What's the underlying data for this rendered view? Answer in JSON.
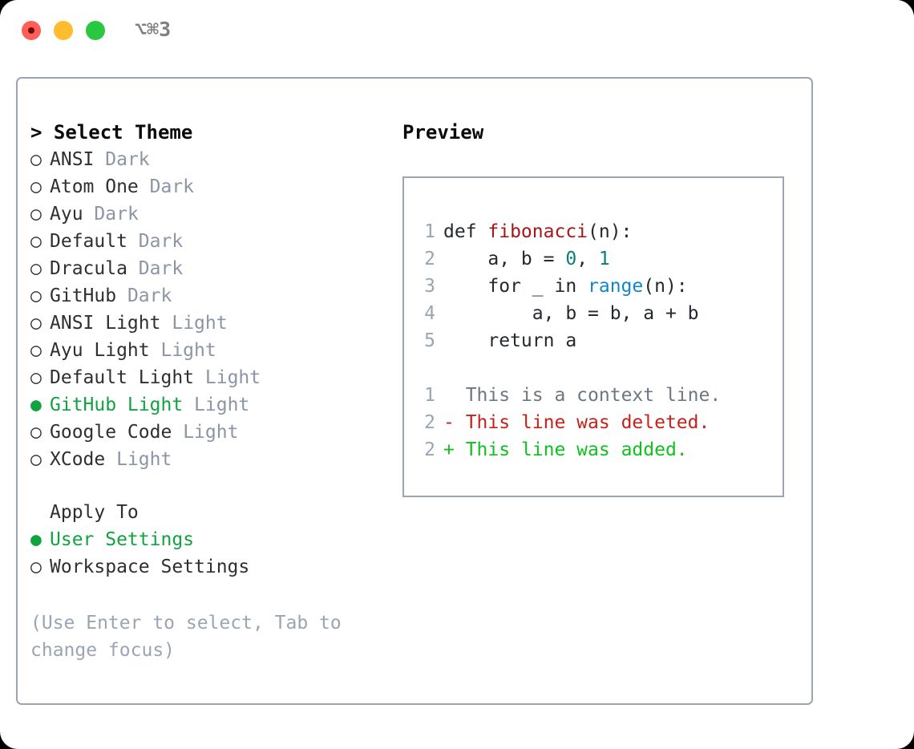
{
  "window": {
    "title": "⌥⌘3",
    "traffic_lights": [
      {
        "name": "close",
        "color": "#ff5f57"
      },
      {
        "name": "minimize",
        "color": "#febc2e"
      },
      {
        "name": "maximize",
        "color": "#28c840"
      }
    ]
  },
  "theme_picker": {
    "heading": "> Select Theme",
    "selected_bullet": "●",
    "unselected_bullet": "○",
    "accent_color": "#10a33f",
    "items": [
      {
        "bullet": "○",
        "name": "ANSI",
        "variant": "Dark",
        "selected": false
      },
      {
        "bullet": "○",
        "name": "Atom One",
        "variant": "Dark",
        "selected": false
      },
      {
        "bullet": "○",
        "name": "Ayu",
        "variant": "Dark",
        "selected": false
      },
      {
        "bullet": "○",
        "name": "Default",
        "variant": "Dark",
        "selected": false
      },
      {
        "bullet": "○",
        "name": "Dracula",
        "variant": "Dark",
        "selected": false
      },
      {
        "bullet": "○",
        "name": "GitHub",
        "variant": "Dark",
        "selected": false
      },
      {
        "bullet": "○",
        "name": "ANSI Light",
        "variant": "Light",
        "selected": false
      },
      {
        "bullet": "○",
        "name": "Ayu Light",
        "variant": "Light",
        "selected": false
      },
      {
        "bullet": "○",
        "name": "Default Light",
        "variant": "Light",
        "selected": false
      },
      {
        "bullet": "●",
        "name": "GitHub Light",
        "variant": "Light",
        "selected": true
      },
      {
        "bullet": "○",
        "name": "Google Code",
        "variant": "Light",
        "selected": false
      },
      {
        "bullet": "○",
        "name": "XCode",
        "variant": "Light",
        "selected": false
      }
    ]
  },
  "apply_to": {
    "heading": "Apply To",
    "items": [
      {
        "bullet": "●",
        "label": "User Settings",
        "selected": true
      },
      {
        "bullet": "○",
        "label": "Workspace Settings",
        "selected": false
      }
    ]
  },
  "hint": "(Use Enter to select, Tab to change focus)",
  "preview": {
    "heading": "Preview",
    "code_lines": [
      {
        "num": "1",
        "tokens": [
          {
            "text": "def ",
            "kind": "plain"
          },
          {
            "text": "fibonacci",
            "kind": "func"
          },
          {
            "text": "(n):",
            "kind": "plain"
          }
        ]
      },
      {
        "num": "2",
        "tokens": [
          {
            "text": "    a, b = ",
            "kind": "plain"
          },
          {
            "text": "0",
            "kind": "num"
          },
          {
            "text": ", ",
            "kind": "plain"
          },
          {
            "text": "1",
            "kind": "num"
          }
        ]
      },
      {
        "num": "3",
        "tokens": [
          {
            "text": "    for _ in ",
            "kind": "plain"
          },
          {
            "text": "range",
            "kind": "builtin"
          },
          {
            "text": "(n):",
            "kind": "plain"
          }
        ]
      },
      {
        "num": "4",
        "tokens": [
          {
            "text": "        a, b = b, a + b",
            "kind": "plain"
          }
        ]
      },
      {
        "num": "5",
        "tokens": [
          {
            "text": "    return a",
            "kind": "plain"
          }
        ]
      }
    ],
    "diff_lines": [
      {
        "num": "1",
        "marker": " ",
        "text": " This is a context line.",
        "kind": "ctx"
      },
      {
        "num": "2",
        "marker": "-",
        "text": " This line was deleted.",
        "kind": "del"
      },
      {
        "num": "2",
        "marker": "+",
        "text": " This line was added.",
        "kind": "add"
      }
    ]
  },
  "colors": {
    "accent_green": "#10a33f",
    "border": "#9aa5b4",
    "muted_text": "#8b95a5",
    "line_number": "#9aa5b4",
    "syntax_function": "#a61717",
    "syntax_number": "#0b7d7d",
    "syntax_builtin": "#1286c4",
    "diff_delete": "#c4221a",
    "diff_add": "#10c020",
    "diff_context": "#6e7781"
  }
}
